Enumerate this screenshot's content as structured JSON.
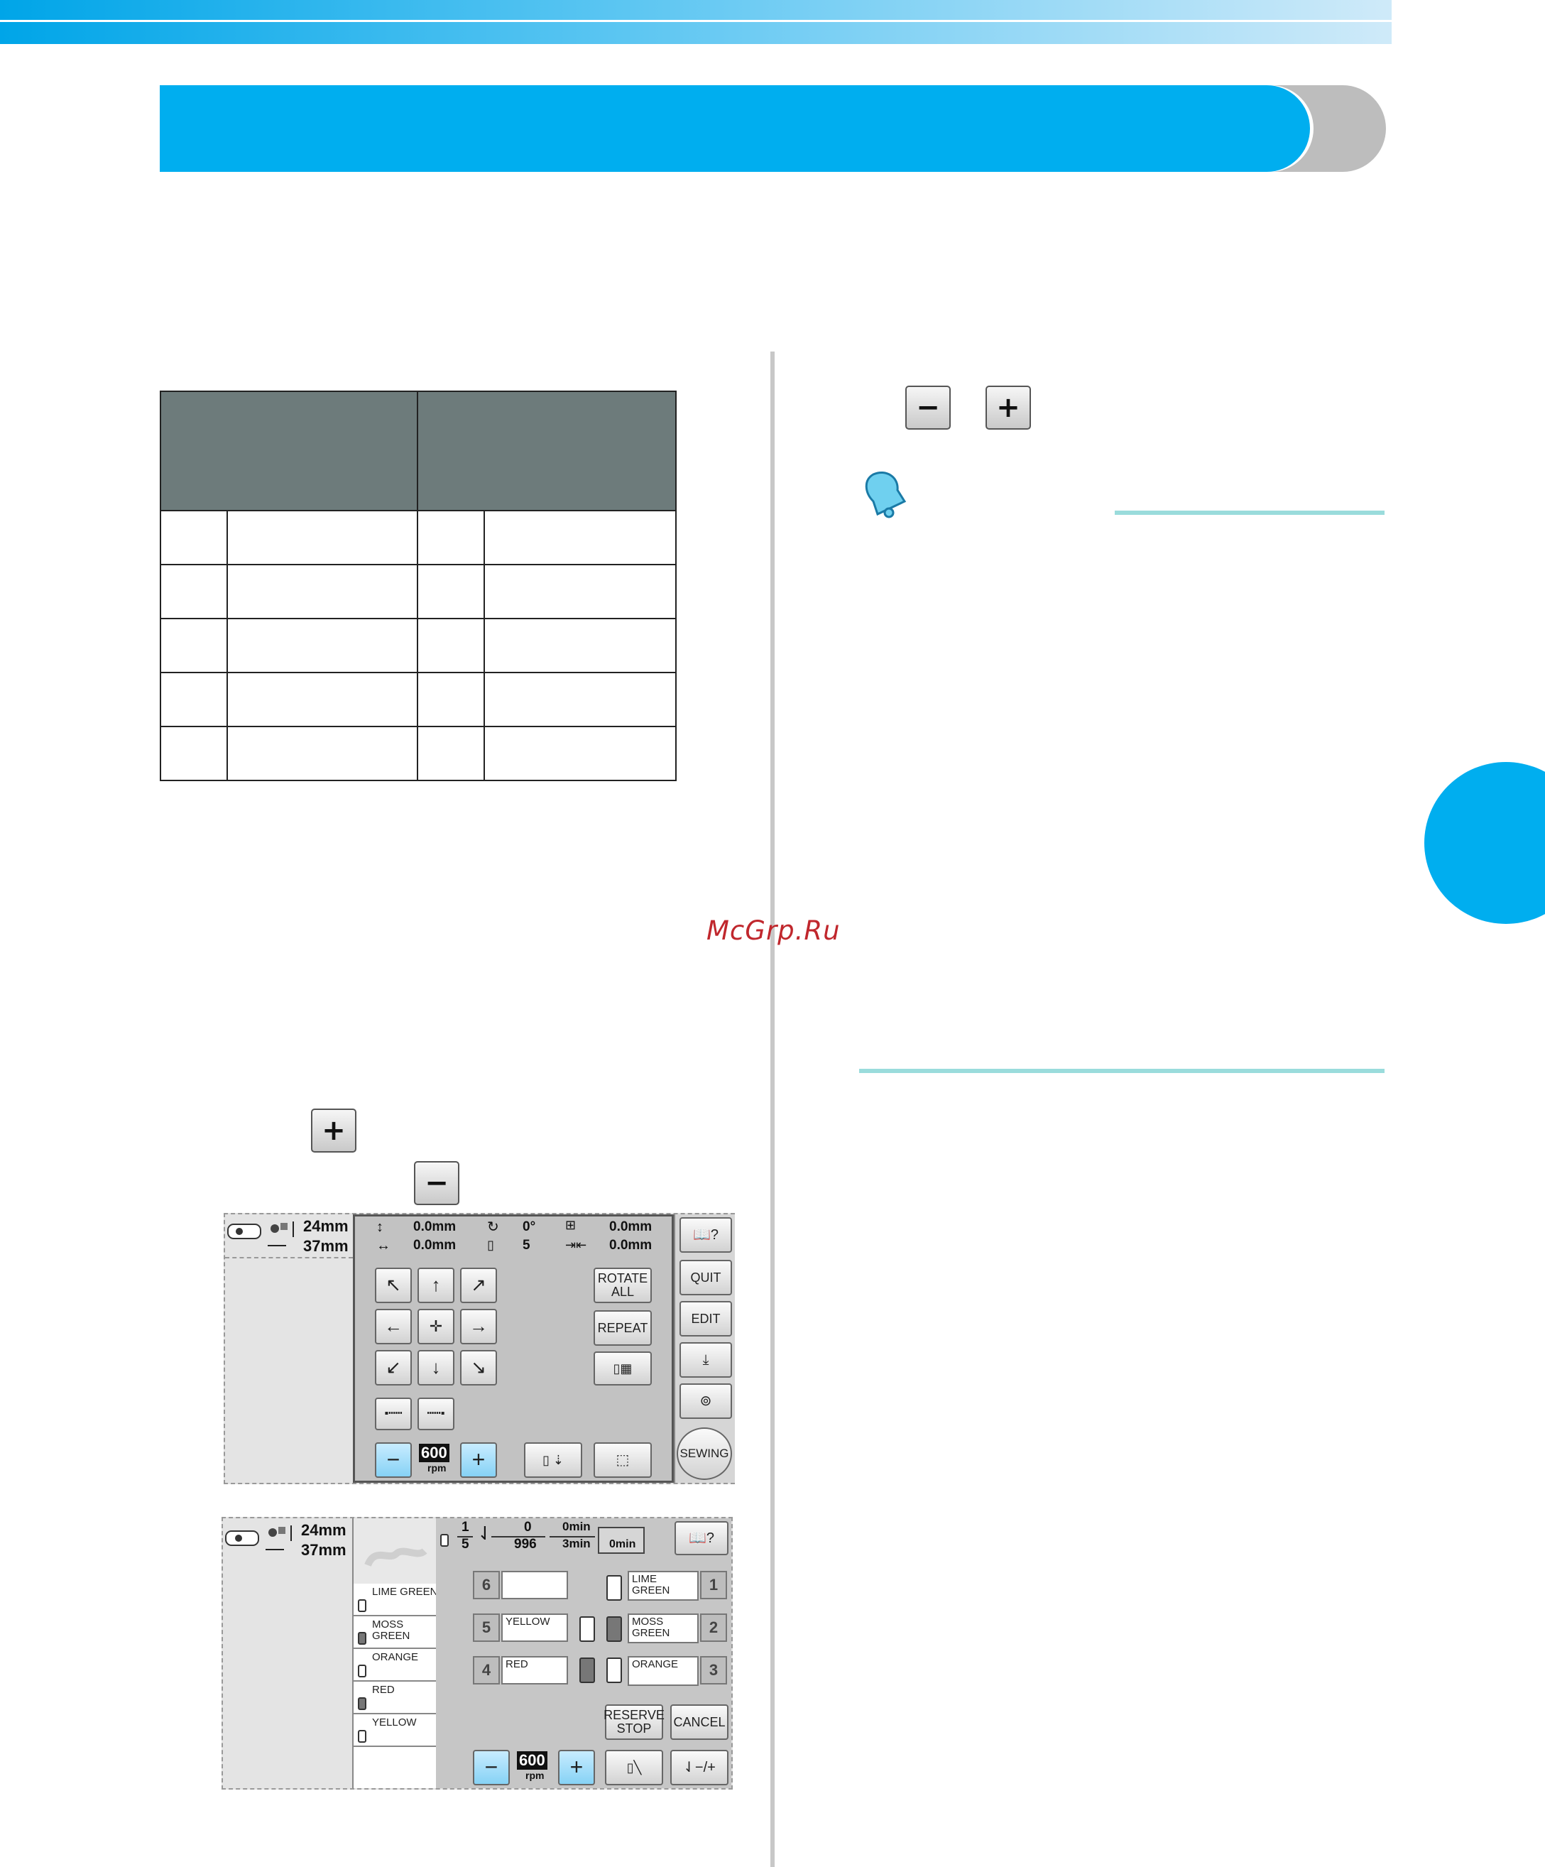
{
  "colors": {
    "accent": "#00aeef",
    "rule": "#9adcdc",
    "table_header": "#6d7b7b",
    "watermark": "#c0272d"
  },
  "buttons": {
    "minus": "−",
    "plus": "+"
  },
  "watermark": "McGrp.Ru",
  "icons": [
    "bell-icon",
    "minus-icon",
    "plus-icon"
  ],
  "screen1": {
    "size_h": "24mm",
    "size_w": "37mm",
    "offset_y": "0.0mm",
    "offset_x": "0.0mm",
    "angle": "0°",
    "stitch_count": "5",
    "density_1": "0.0mm",
    "density_2": "0.0mm",
    "rotate_all": "ROTATE ALL",
    "repeat": "REPEAT",
    "speed": "600",
    "rpm": "rpm",
    "help": "",
    "quit": "QUIT",
    "edit": "EDIT",
    "sewing": "SEWING"
  },
  "screen2": {
    "size_h": "24mm",
    "size_w": "37mm",
    "color_current": "1",
    "color_total": "5",
    "stitch_current": "0",
    "stitch_total": "996",
    "time_current": "0min",
    "time_total": "3min",
    "time_stop": "0min",
    "colors_list": [
      "LIME GREEN",
      "MOSS GREEN",
      "ORANGE",
      "RED",
      "YELLOW"
    ],
    "list_numbers": [
      "1",
      "2",
      "3",
      "4",
      "5"
    ],
    "left_slots": [
      {
        "num": "6",
        "label": ""
      },
      {
        "num": "5",
        "label": "YELLOW"
      },
      {
        "num": "4",
        "label": "RED"
      }
    ],
    "right_slots": [
      {
        "num": "1",
        "label": "LIME GREEN"
      },
      {
        "num": "2",
        "label": "MOSS GREEN"
      },
      {
        "num": "3",
        "label": "ORANGE"
      }
    ],
    "reserve_stop": "RESERVE STOP",
    "cancel": "CANCEL",
    "speed": "600",
    "rpm": "rpm",
    "needle_adj": "−/+"
  }
}
